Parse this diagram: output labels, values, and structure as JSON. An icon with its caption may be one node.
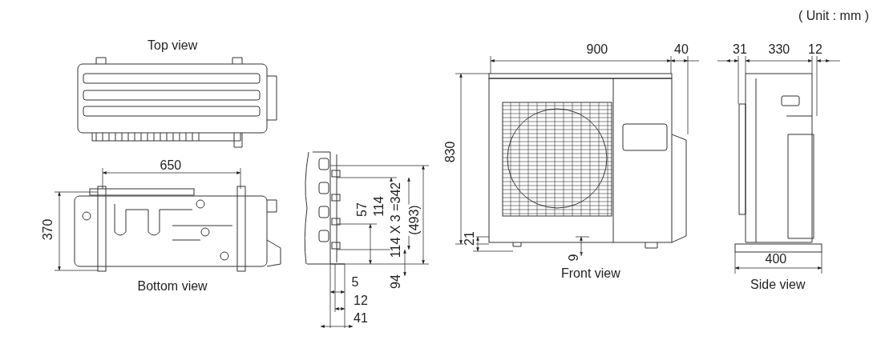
{
  "diagram": {
    "labels": [
      "( Unit : mm )",
      "Top view",
      "900",
      "40",
      "31",
      "330",
      "12",
      "830",
      "650",
      "370",
      "57",
      "114",
      "114 X 3 =342",
      "(493)",
      "21",
      "9",
      "Front view",
      "400",
      "94",
      "5",
      "Bottom view",
      "Side view",
      "12",
      "41"
    ]
  }
}
